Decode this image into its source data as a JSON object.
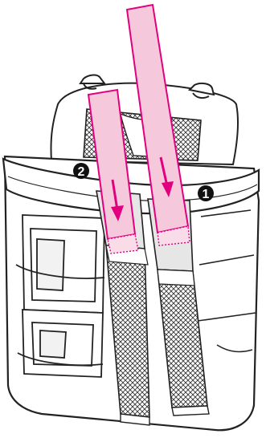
{
  "illustration": {
    "subject": "bag-organizer-strap-insertion",
    "steps": [
      {
        "marker": "1"
      },
      {
        "marker": "2"
      }
    ]
  },
  "colors": {
    "strap_fill": "#f5c8dc",
    "strap_stroke": "#e3007f",
    "arrow": "#e3007f",
    "line": "#222222",
    "mesh": "#333333",
    "panel_grey": "#e6e6e6",
    "badge_fill": "#111111",
    "badge_text": "#ffffff"
  }
}
